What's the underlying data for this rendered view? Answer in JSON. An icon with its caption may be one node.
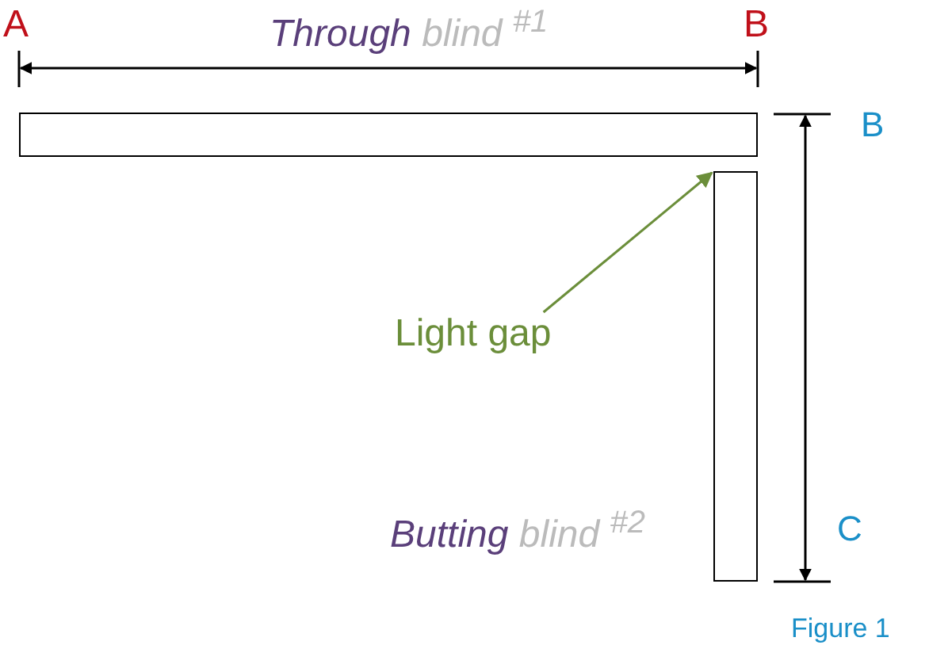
{
  "diagram": {
    "caption": "Figure 1",
    "nodes": [
      {
        "text": [],
        "shape": "bar"
      },
      {
        "text": [],
        "shape": "bar"
      },
      {
        "text": [
          "Light gap"
        ]
      }
    ],
    "edges": [
      {
        "from": 2,
        "to": 1,
        "arrow": "to",
        "color": "#6b8e3a"
      }
    ],
    "labels": [
      "A",
      "Through blind $^{#1}$",
      "B",
      "B",
      "Butting blind $^{#2}$",
      "C"
    ]
  }
}
